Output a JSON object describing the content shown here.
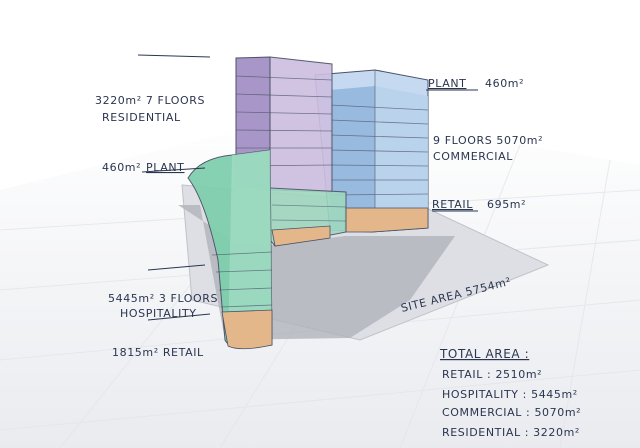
{
  "labels": {
    "residential_area": "3220m² 7 FLOORS",
    "residential_name": "RESIDENTIAL",
    "plant_left_area": "460m²",
    "plant_left_name": "PLANT",
    "plant_right_name": "PLANT",
    "plant_right_area": "460m²",
    "commercial_line1": "9 FLOORS  5070m²",
    "commercial_line2": "COMMERCIAL",
    "retail_right_name": "RETAIL",
    "retail_right_area": "695m²",
    "hospitality_line1": "5445m² 3 FLOORS",
    "hospitality_line2": "HOSPITALITY",
    "retail_left": "1815m² RETAIL",
    "site_area": "SITE AREA 5754m²"
  },
  "totals": {
    "heading": "TOTAL AREA :",
    "retail": "RETAIL : 2510m²",
    "hospitality": "HOSPITALITY : 5445m²",
    "commercial": "COMMERCIAL : 5070m²",
    "residential": "RESIDENTIAL : 3220m²"
  },
  "colors": {
    "residential": "#b9a9d4",
    "commercial": "#9fc3e6",
    "hospitality": "#7fcfae",
    "retail": "#e3b78a",
    "site": "#dedfe4",
    "ink": "#2a3550"
  }
}
